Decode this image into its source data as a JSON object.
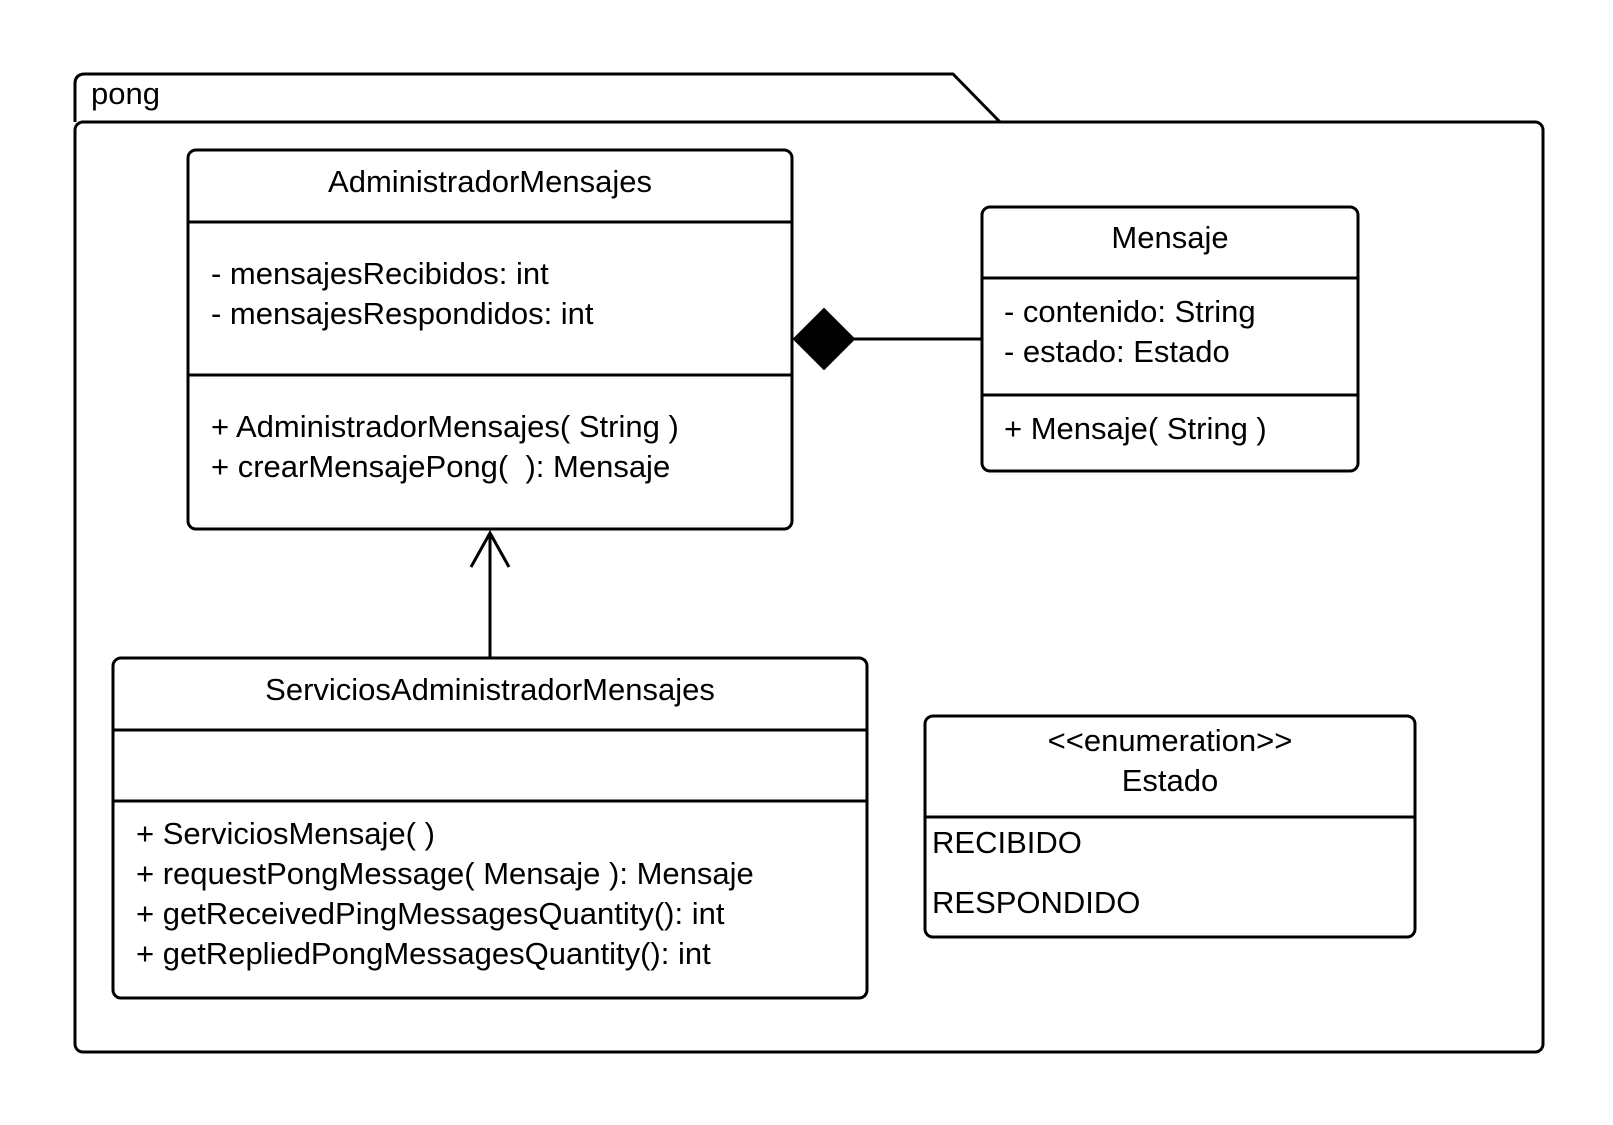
{
  "package": {
    "name": "pong"
  },
  "classes": {
    "administrador": {
      "name": "AdministradorMensajes",
      "attributes": [
        "- mensajesRecibidos: int",
        "- mensajesRespondidos: int"
      ],
      "methods": [
        "+ AdministradorMensajes( String )",
        "+ crearMensajePong(  ): Mensaje"
      ]
    },
    "mensaje": {
      "name": "Mensaje",
      "attributes": [
        "- contenido: String",
        "- estado: Estado"
      ],
      "methods": [
        "+ Mensaje( String )"
      ]
    },
    "servicios": {
      "name": "ServiciosAdministradorMensajes",
      "attributes": [],
      "methods": [
        "+ ServiciosMensaje( )",
        "+ requestPongMessage( Mensaje ): Mensaje",
        "+ getReceivedPingMessagesQuantity(): int",
        "+ getRepliedPongMessagesQuantity(): int"
      ]
    },
    "estado": {
      "stereotype": "<<enumeration>>",
      "name": "Estado",
      "literals": [
        "RECIBIDO",
        "RESPONDIDO"
      ]
    }
  }
}
